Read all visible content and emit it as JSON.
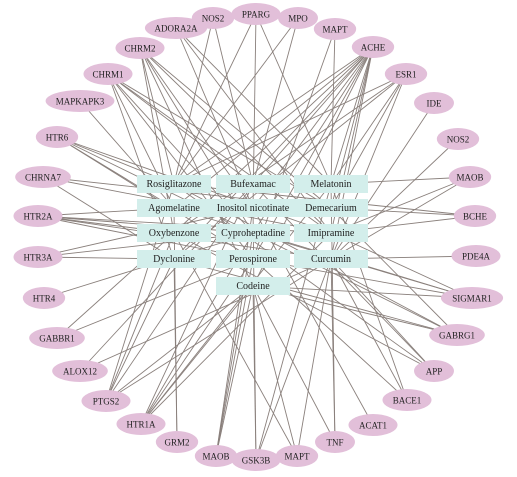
{
  "colors": {
    "target_fill": "#e2bfd9",
    "drug_fill": "#d3eeeb",
    "edge": "#8a807c",
    "text": "#222222"
  },
  "targets": [
    {
      "id": "t_nos2a",
      "label": "NOS2"
    },
    {
      "id": "t_pparg",
      "label": "PPARG"
    },
    {
      "id": "t_mpo",
      "label": "MPO"
    },
    {
      "id": "t_adora2a",
      "label": "ADORA2A"
    },
    {
      "id": "t_mapt1",
      "label": "MAPT"
    },
    {
      "id": "t_chrm2",
      "label": "CHRM2"
    },
    {
      "id": "t_ache",
      "label": "ACHE"
    },
    {
      "id": "t_chrm1",
      "label": "CHRM1"
    },
    {
      "id": "t_esr1",
      "label": "ESR1"
    },
    {
      "id": "t_mapkapk3",
      "label": "MAPKAPK3"
    },
    {
      "id": "t_ide",
      "label": "IDE"
    },
    {
      "id": "t_htr6",
      "label": "HTR6"
    },
    {
      "id": "t_nos2b",
      "label": "NOS2"
    },
    {
      "id": "t_chrna7",
      "label": "CHRNA7"
    },
    {
      "id": "t_maoba",
      "label": "MAOB"
    },
    {
      "id": "t_htr2a",
      "label": "HTR2A"
    },
    {
      "id": "t_bche",
      "label": "BCHE"
    },
    {
      "id": "t_htr3a",
      "label": "HTR3A"
    },
    {
      "id": "t_pde4a",
      "label": "PDE4A"
    },
    {
      "id": "t_htr4",
      "label": "HTR4"
    },
    {
      "id": "t_sigmar1",
      "label": "SIGMAR1"
    },
    {
      "id": "t_gabbr1",
      "label": "GABBR1"
    },
    {
      "id": "t_gabrg1",
      "label": "GABRG1"
    },
    {
      "id": "t_alox12",
      "label": "ALOX12"
    },
    {
      "id": "t_app",
      "label": "APP"
    },
    {
      "id": "t_ptgs2",
      "label": "PTGS2"
    },
    {
      "id": "t_bace1",
      "label": "BACE1"
    },
    {
      "id": "t_htr1a",
      "label": "HTR1A"
    },
    {
      "id": "t_acat1",
      "label": "ACAT1"
    },
    {
      "id": "t_grm2",
      "label": "GRM2"
    },
    {
      "id": "t_tnf",
      "label": "TNF"
    },
    {
      "id": "t_maobb",
      "label": "MAOB"
    },
    {
      "id": "t_mapt2",
      "label": "MAPT"
    },
    {
      "id": "t_gsk3b",
      "label": "GSK3B"
    }
  ],
  "drugs": [
    {
      "id": "d_rosi",
      "label": "Rosiglitazone"
    },
    {
      "id": "d_bufe",
      "label": "Bufexamac"
    },
    {
      "id": "d_mela",
      "label": "Melatonin"
    },
    {
      "id": "d_agom",
      "label": "Agomelatine"
    },
    {
      "id": "d_inos",
      "label": "Inositol nicotinate"
    },
    {
      "id": "d_deme",
      "label": "Demecarium"
    },
    {
      "id": "d_oxyb",
      "label": "Oxybenzone"
    },
    {
      "id": "d_cypr",
      "label": "Cyproheptadine"
    },
    {
      "id": "d_imip",
      "label": "Imipramine"
    },
    {
      "id": "d_dycl",
      "label": "Dyclonine"
    },
    {
      "id": "d_pero",
      "label": "Perospirone"
    },
    {
      "id": "d_curc",
      "label": "Curcumin"
    },
    {
      "id": "d_code",
      "label": "Codeine"
    }
  ],
  "edges": [
    [
      "d_rosi",
      "t_pparg"
    ],
    [
      "d_rosi",
      "t_mpo"
    ],
    [
      "d_rosi",
      "t_chrm2"
    ],
    [
      "d_rosi",
      "t_htr6"
    ],
    [
      "d_rosi",
      "t_ache"
    ],
    [
      "d_rosi",
      "t_esr1"
    ],
    [
      "d_rosi",
      "t_bche"
    ],
    [
      "d_rosi",
      "t_gabrg1"
    ],
    [
      "d_rosi",
      "t_app"
    ],
    [
      "d_rosi",
      "t_ptgs2"
    ],
    [
      "d_rosi",
      "t_nos2a"
    ],
    [
      "d_bufe",
      "t_nos2a"
    ],
    [
      "d_bufe",
      "t_ptgs2"
    ],
    [
      "d_bufe",
      "t_alox12"
    ],
    [
      "d_bufe",
      "t_ache"
    ],
    [
      "d_bufe",
      "t_mpo"
    ],
    [
      "d_bufe",
      "t_app"
    ],
    [
      "d_bufe",
      "t_htr1a"
    ],
    [
      "d_bufe",
      "t_chrm1"
    ],
    [
      "d_mela",
      "t_pparg"
    ],
    [
      "d_mela",
      "t_maoba"
    ],
    [
      "d_mela",
      "t_ache"
    ],
    [
      "d_mela",
      "t_esr1"
    ],
    [
      "d_mela",
      "t_gsk3b"
    ],
    [
      "d_mela",
      "t_htr1a"
    ],
    [
      "d_mela",
      "t_bace1"
    ],
    [
      "d_mela",
      "t_mapt1"
    ],
    [
      "d_mela",
      "t_adora2a"
    ],
    [
      "d_mela",
      "t_tnf"
    ],
    [
      "d_agom",
      "t_htr2a"
    ],
    [
      "d_agom",
      "t_chrm1"
    ],
    [
      "d_agom",
      "t_ache"
    ],
    [
      "d_agom",
      "t_sigmar1"
    ],
    [
      "d_agom",
      "t_mapkapk3"
    ],
    [
      "d_agom",
      "t_grm2"
    ],
    [
      "d_agom",
      "t_htr6"
    ],
    [
      "d_inos",
      "t_chrm2"
    ],
    [
      "d_inos",
      "t_ache"
    ],
    [
      "d_inos",
      "t_maobb"
    ],
    [
      "d_inos",
      "t_acat1"
    ],
    [
      "d_inos",
      "t_gsk3b"
    ],
    [
      "d_inos",
      "t_htr3a"
    ],
    [
      "d_inos",
      "t_pparg"
    ],
    [
      "d_inos",
      "t_adora2a"
    ],
    [
      "d_deme",
      "t_ache"
    ],
    [
      "d_deme",
      "t_bche"
    ],
    [
      "d_deme",
      "t_chrm2"
    ],
    [
      "d_deme",
      "t_chrm1"
    ],
    [
      "d_deme",
      "t_chrna7"
    ],
    [
      "d_deme",
      "t_gabrg1"
    ],
    [
      "d_deme",
      "t_esr1"
    ],
    [
      "d_oxyb",
      "t_esr1"
    ],
    [
      "d_oxyb",
      "t_htr2a"
    ],
    [
      "d_oxyb",
      "t_ptgs2"
    ],
    [
      "d_oxyb",
      "t_app"
    ],
    [
      "d_oxyb",
      "t_ache"
    ],
    [
      "d_oxyb",
      "t_gabbr1"
    ],
    [
      "d_oxyb",
      "t_chrm2"
    ],
    [
      "d_oxyb",
      "t_mapt2"
    ],
    [
      "d_cypr",
      "t_htr2a"
    ],
    [
      "d_cypr",
      "t_htr6"
    ],
    [
      "d_cypr",
      "t_chrm1"
    ],
    [
      "d_cypr",
      "t_chrm2"
    ],
    [
      "d_cypr",
      "t_htr1a"
    ],
    [
      "d_cypr",
      "t_htr4"
    ],
    [
      "d_cypr",
      "t_sigmar1"
    ],
    [
      "d_cypr",
      "t_ache"
    ],
    [
      "d_cypr",
      "t_maobb"
    ],
    [
      "d_cypr",
      "t_gabrg1"
    ],
    [
      "d_cypr",
      "t_htr3a"
    ],
    [
      "d_imip",
      "t_htr2a"
    ],
    [
      "d_imip",
      "t_htr6"
    ],
    [
      "d_imip",
      "t_chrm1"
    ],
    [
      "d_imip",
      "t_chrm2"
    ],
    [
      "d_imip",
      "t_sigmar1"
    ],
    [
      "d_imip",
      "t_ache"
    ],
    [
      "d_imip",
      "t_bche"
    ],
    [
      "d_imip",
      "t_maoba"
    ],
    [
      "d_imip",
      "t_htr1a"
    ],
    [
      "d_imip",
      "t_chrna7"
    ],
    [
      "d_imip",
      "t_adora2a"
    ],
    [
      "d_dycl",
      "t_chrna7"
    ],
    [
      "d_dycl",
      "t_htr3a"
    ],
    [
      "d_dycl",
      "t_ache"
    ],
    [
      "d_dycl",
      "t_gabrg1"
    ],
    [
      "d_dycl",
      "t_ptgs2"
    ],
    [
      "d_dycl",
      "t_chrm1"
    ],
    [
      "d_dycl",
      "t_grm2"
    ],
    [
      "d_dycl",
      "t_esr1"
    ],
    [
      "d_pero",
      "t_htr2a"
    ],
    [
      "d_pero",
      "t_htr1a"
    ],
    [
      "d_pero",
      "t_htr6"
    ],
    [
      "d_pero",
      "t_chrm1"
    ],
    [
      "d_pero",
      "t_sigmar1"
    ],
    [
      "d_pero",
      "t_gabbr1"
    ],
    [
      "d_pero",
      "t_maobb"
    ],
    [
      "d_pero",
      "t_ache"
    ],
    [
      "d_pero",
      "t_bace1"
    ],
    [
      "d_pero",
      "t_mapt1"
    ],
    [
      "d_curc",
      "t_ache"
    ],
    [
      "d_curc",
      "t_esr1"
    ],
    [
      "d_curc",
      "t_bace1"
    ],
    [
      "d_curc",
      "t_app"
    ],
    [
      "d_curc",
      "t_gsk3b"
    ],
    [
      "d_curc",
      "t_tnf"
    ],
    [
      "d_curc",
      "t_ptgs2"
    ],
    [
      "d_curc",
      "t_ide"
    ],
    [
      "d_curc",
      "t_nos2b"
    ],
    [
      "d_curc",
      "t_maoba"
    ],
    [
      "d_curc",
      "t_pde4a"
    ],
    [
      "d_curc",
      "t_alox12"
    ],
    [
      "d_curc",
      "t_mapt2"
    ],
    [
      "d_curc",
      "t_htr2a"
    ],
    [
      "d_code",
      "t_mapt2"
    ],
    [
      "d_code",
      "t_gsk3b"
    ],
    [
      "d_code",
      "t_gabrg1"
    ],
    [
      "d_code",
      "t_sigmar1"
    ],
    [
      "d_code",
      "t_ache"
    ],
    [
      "d_code",
      "t_htr1a"
    ],
    [
      "d_code",
      "t_maobb"
    ],
    [
      "d_code",
      "t_tnf"
    ],
    [
      "d_code",
      "t_chrm2"
    ],
    [
      "d_code",
      "t_ptgs2"
    ]
  ]
}
